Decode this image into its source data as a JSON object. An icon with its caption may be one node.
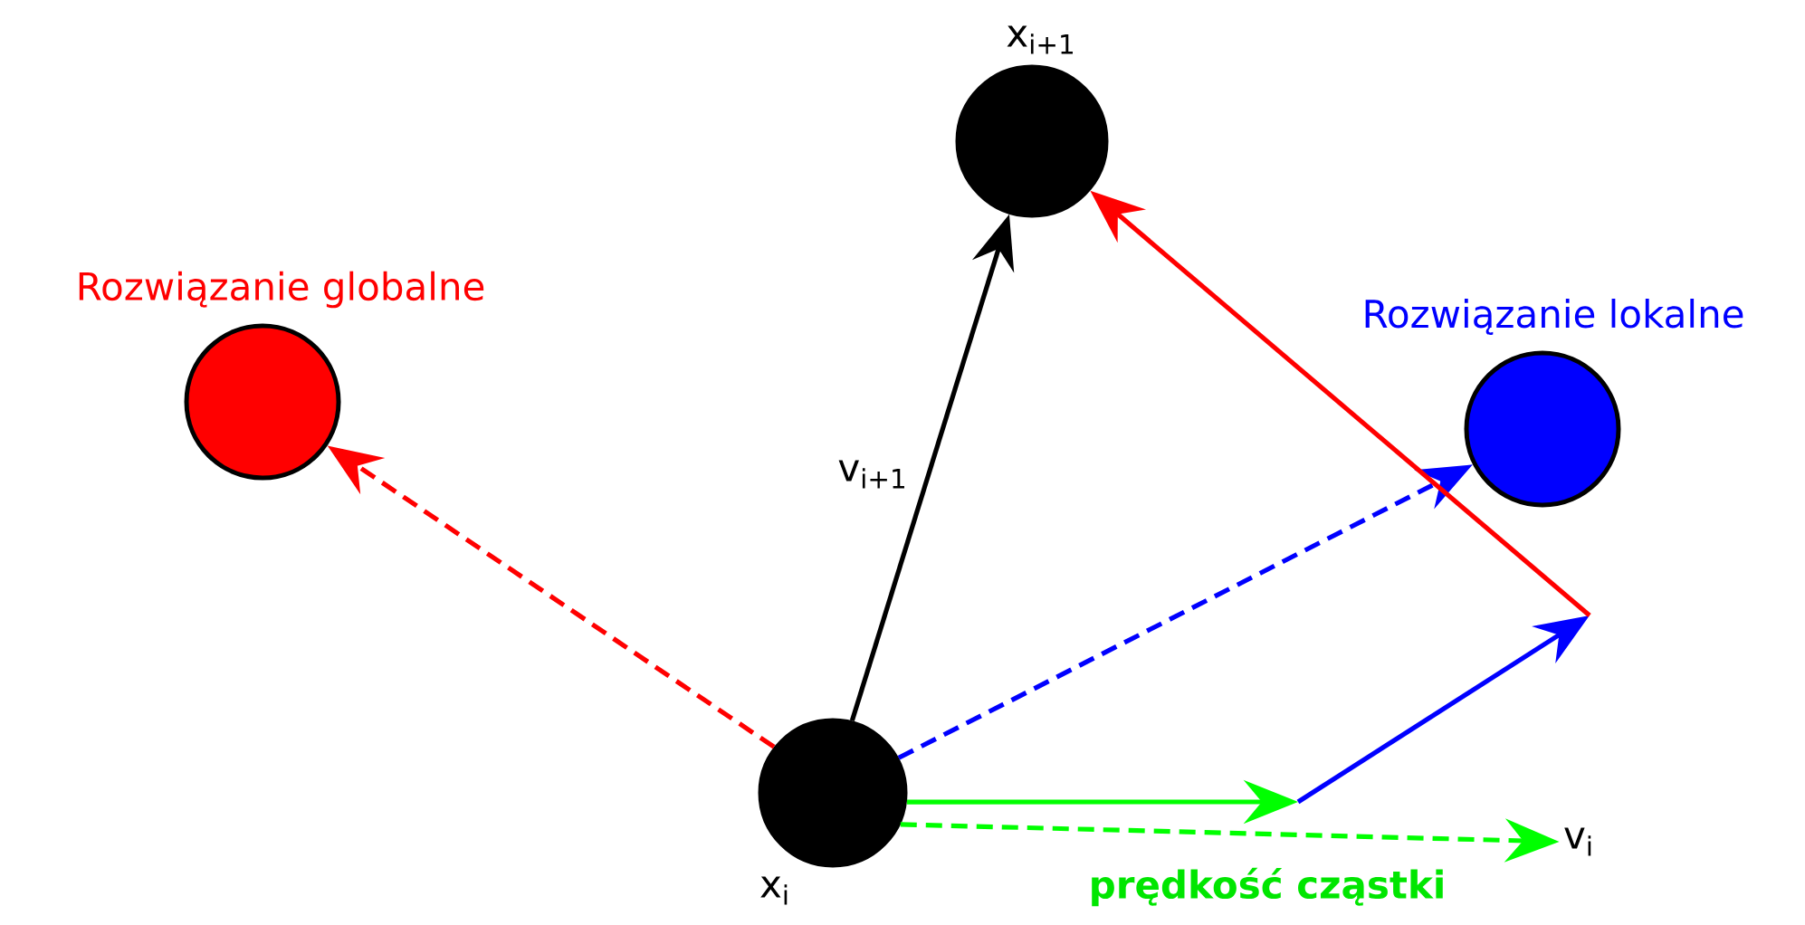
{
  "diagram": {
    "nodes": [
      {
        "text": [],
        "shape": "circle",
        "beside": [
          "x$_{i+1}$"
        ]
      },
      {
        "text": [],
        "shape": "circle",
        "beside": [
          "Rozwiązanie globalne"
        ]
      },
      {
        "text": [],
        "shape": "circle",
        "beside": [
          "Rozwiązanie lokalne"
        ]
      },
      {
        "text": [],
        "shape": "circle",
        "beside": [
          "x$_{i}$"
        ]
      },
      {
        "text": [
          "v$_{i}$"
        ]
      }
    ],
    "edges": [
      {
        "from": 3,
        "to": 1,
        "arrow": "to",
        "style": "dashed",
        "color": "#ff0000"
      },
      {
        "from": 3,
        "to": 0,
        "arrow": "to",
        "label": "v$_{i+1}$",
        "color": "#000000"
      },
      {
        "from": 3,
        "to": 2,
        "arrow": "to",
        "style": "dashed",
        "color": "#0000ff"
      },
      {
        "from": 3,
        "to": null,
        "arrow": "to",
        "color": "#00ff00"
      },
      {
        "from": 3,
        "to": 4,
        "arrow": "to",
        "style": "dashed",
        "color": "#00ff00"
      },
      {
        "from": null,
        "to": 0,
        "arrow": "to",
        "color": "#ff0000"
      }
    ],
    "labels": [
      "prędkość cząstki"
    ]
  }
}
